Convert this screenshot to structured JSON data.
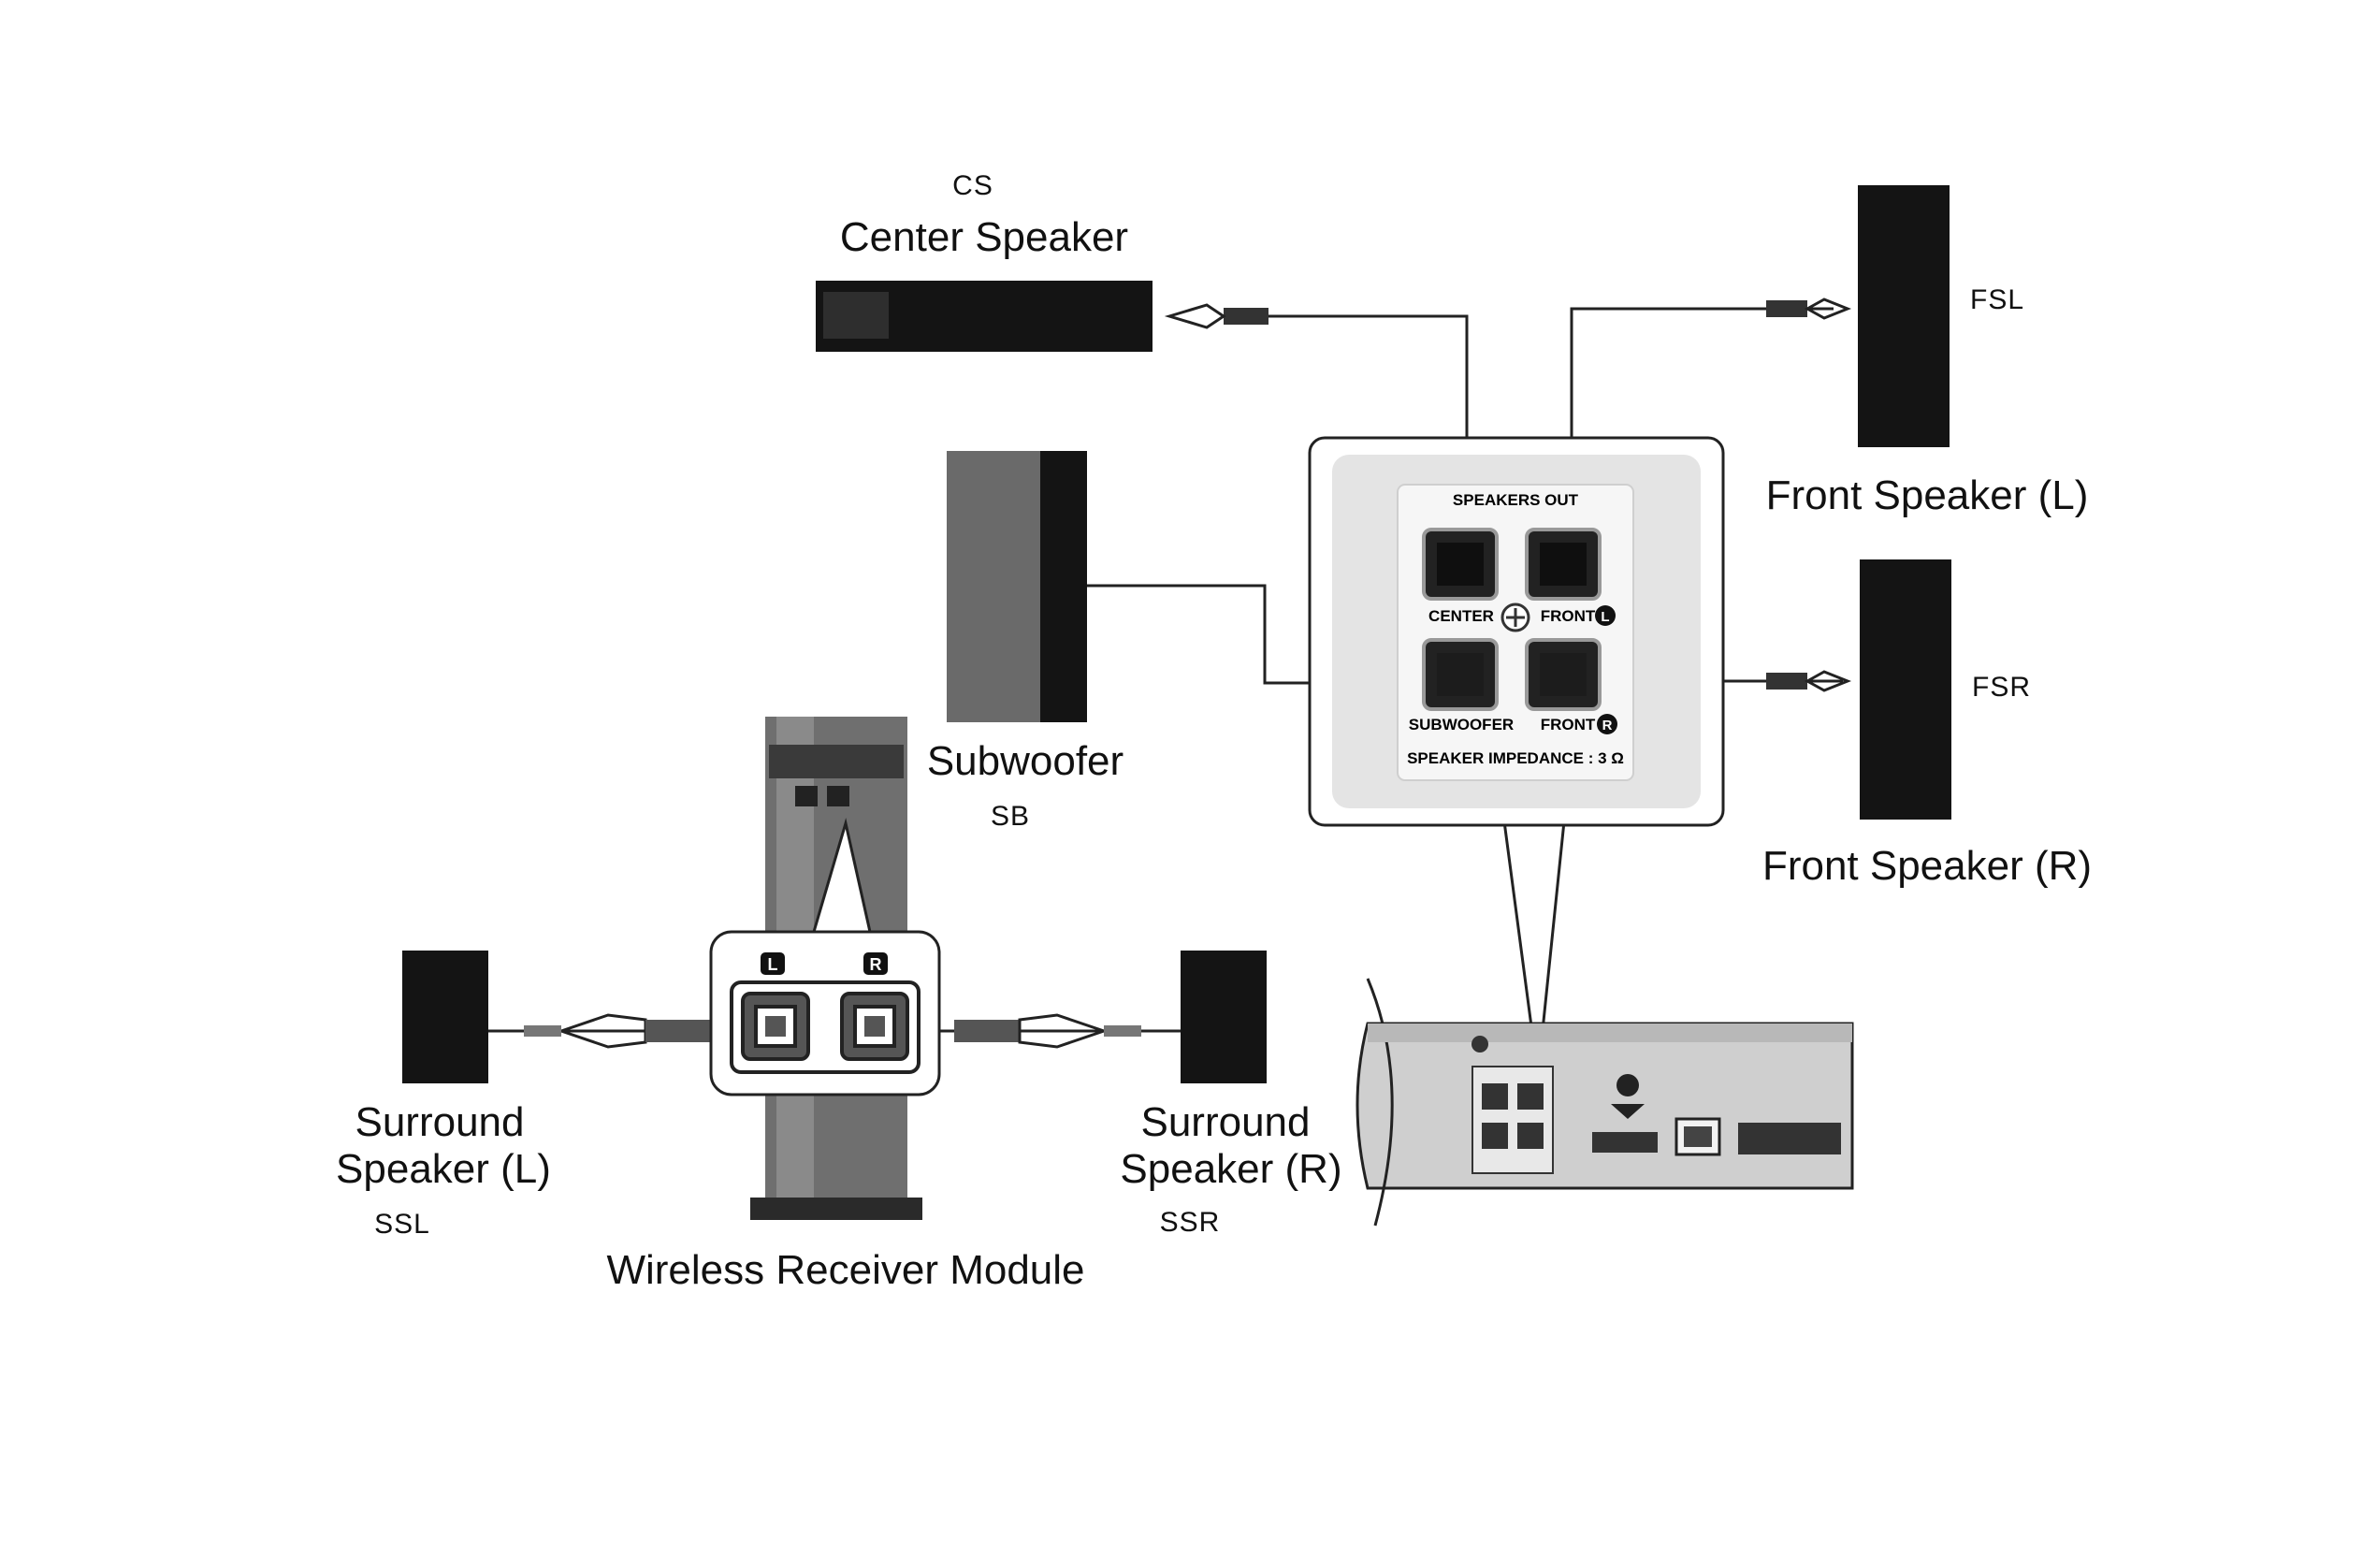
{
  "colors": {
    "background": "#ffffff",
    "speaker_body": "#141414",
    "wire": "#222222",
    "panel_fill": "#e4e4e4",
    "panel_inner": "#f6f6f6",
    "module_fill": "#6f6f6f"
  },
  "speakers": {
    "center": {
      "code": "CS",
      "label": "Center Speaker"
    },
    "front_left": {
      "code": "FSL",
      "label": "Front Speaker (L)"
    },
    "front_right": {
      "code": "FSR",
      "label": "Front Speaker (R)"
    },
    "subwoofer": {
      "code": "SB",
      "label": "Subwoofer"
    },
    "surround_left": {
      "code": "SSL",
      "label_line1": "Surround",
      "label_line2": "Speaker (L)"
    },
    "surround_right": {
      "code": "SSR",
      "label_line1": "Surround",
      "label_line2": "Speaker (R)"
    }
  },
  "wireless_module": {
    "label": "Wireless Receiver Module",
    "left_port": "L",
    "right_port": "R"
  },
  "speakers_out_panel": {
    "title": "SPEAKERS OUT",
    "ports": {
      "center": "CENTER",
      "front_l": "FRONT",
      "front_l_badge": "L",
      "subwoofer": "SUBWOOFER",
      "front_r": "FRONT",
      "front_r_badge": "R"
    },
    "impedance": "SPEAKER IMPEDANCE : 3 Ω"
  }
}
